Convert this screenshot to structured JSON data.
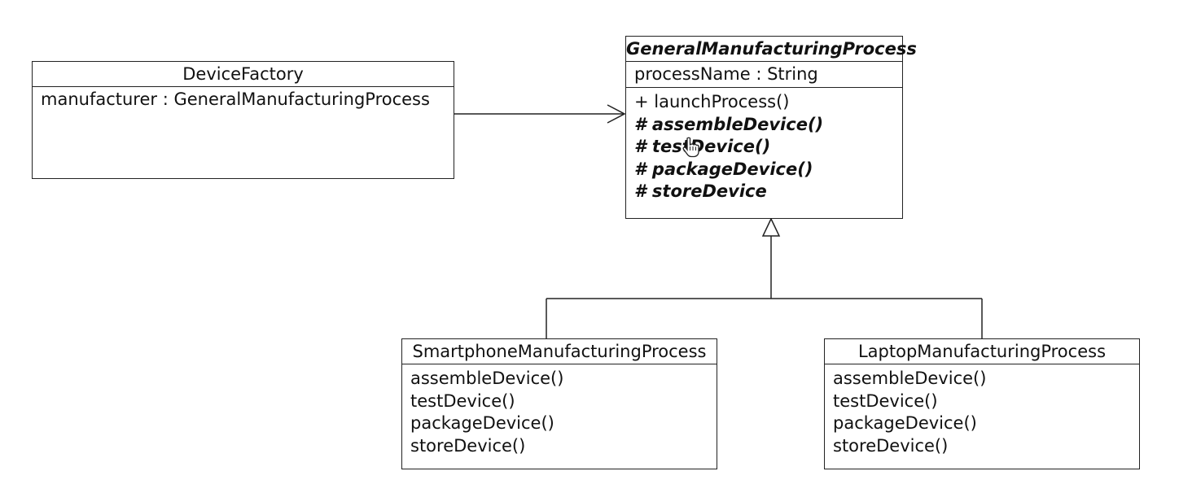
{
  "classes": {
    "device_factory": {
      "name": "DeviceFactory",
      "attributes": [
        "manufacturer : GeneralManufacturingProcess"
      ]
    },
    "general_process": {
      "name": "GeneralManufacturingProcess",
      "attributes": [
        "processName : String"
      ],
      "operations": [
        "+ launchProcess()",
        "# assembleDevice()",
        "# testDevice()",
        "# packageDevice()",
        "# storeDevice"
      ]
    },
    "smartphone_process": {
      "name": "SmartphoneManufacturingProcess",
      "operations": [
        "assembleDevice()",
        "testDevice()",
        "packageDevice()",
        "storeDevice()"
      ]
    },
    "laptop_process": {
      "name": "LaptopManufacturingProcess",
      "operations": [
        "assembleDevice()",
        "testDevice()",
        "packageDevice()",
        "storeDevice()"
      ]
    }
  },
  "relations": {
    "association": "open-arrow",
    "generalization": "hollow-triangle"
  },
  "colors": {
    "line": "#222222",
    "background": "#ffffff"
  },
  "icons": {
    "cursor": "hand-pointer-icon"
  }
}
